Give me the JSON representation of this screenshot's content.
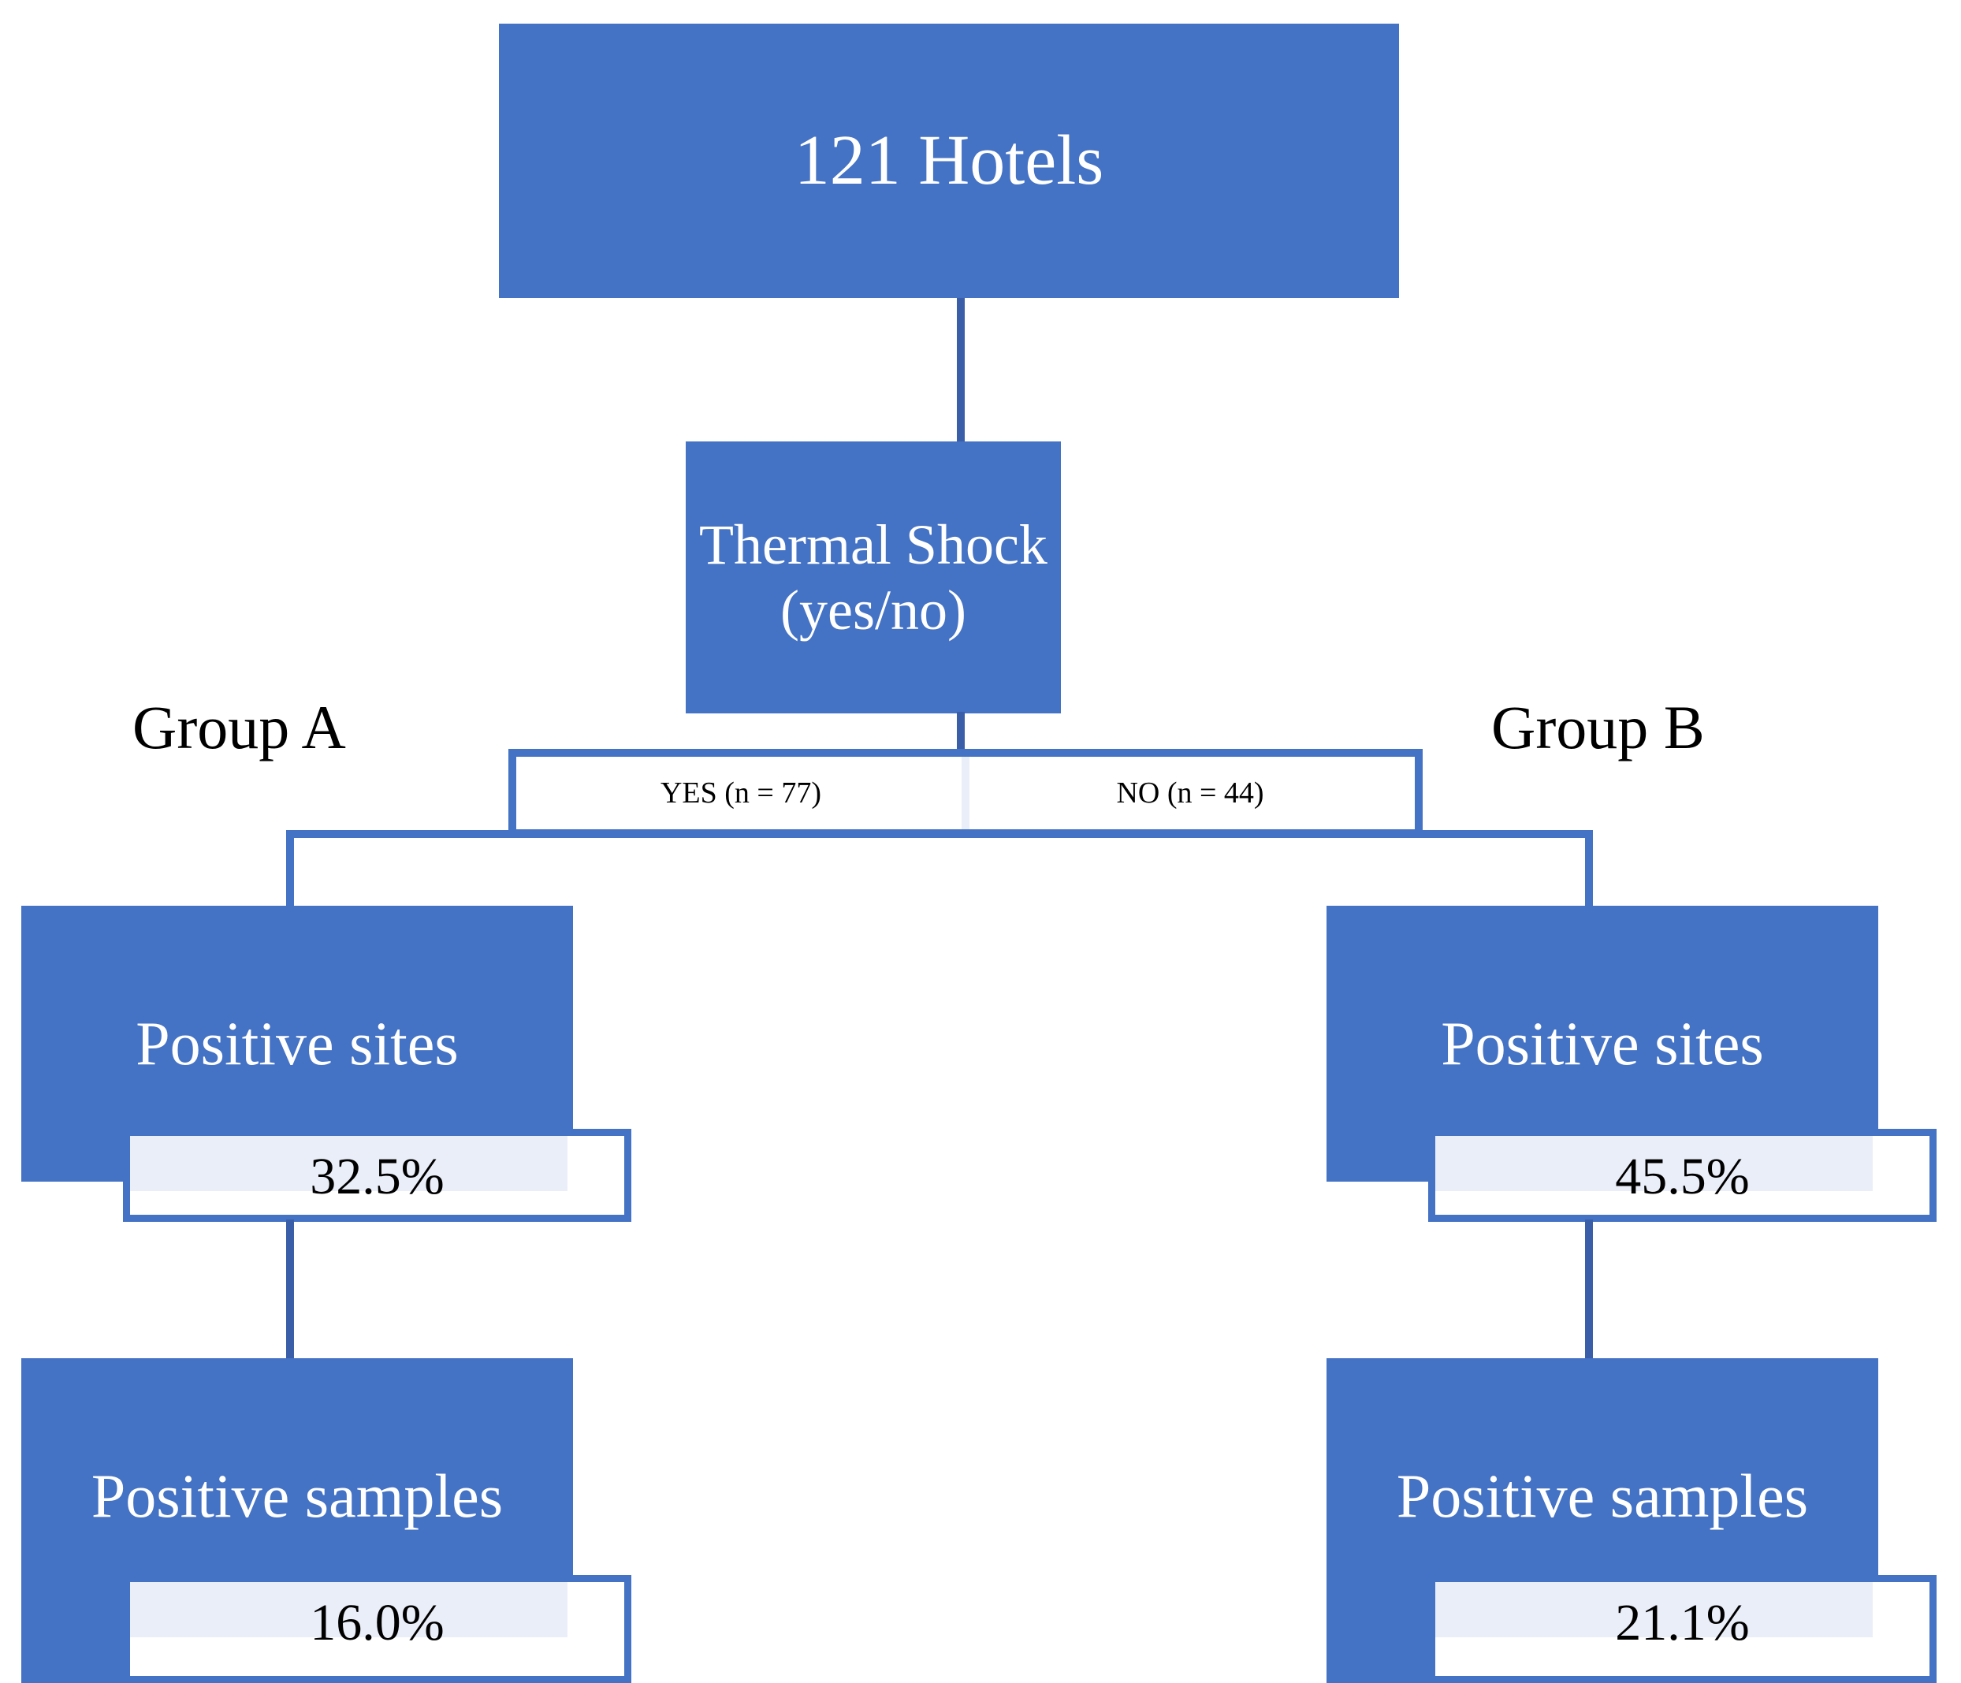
{
  "diagram": {
    "title_node": {
      "label": "121 Hotels"
    },
    "decision_node": {
      "label": "Thermal Shock\n(yes/no)",
      "line1": "Thermal Shock",
      "line2": "(yes/no)"
    },
    "split": {
      "yes_label": "YES (n = 77)",
      "no_label": "NO (n = 44)"
    },
    "group_labels": {
      "left": "Group A",
      "right": "Group B"
    },
    "branches": [
      {
        "group": "Group A",
        "sites_label": "Positive sites",
        "sites_value": "32.5%",
        "samples_label": "Positive samples",
        "samples_value": "16.0%"
      },
      {
        "group": "Group B",
        "sites_label": "Positive sites",
        "sites_value": "45.5%",
        "samples_label": "Positive samples",
        "samples_value": "21.1%"
      }
    ],
    "colors": {
      "node_fill": "#4472C4",
      "connector": "#3A5FA8",
      "value_fill": "#EAEEF8",
      "node_text": "#FFFFFF",
      "label_text": "#000000",
      "background": "#FFFFFF"
    }
  },
  "chart_data": {
    "type": "diagram",
    "title": "121 Hotels study flow",
    "total_hotels": 121,
    "split_variable": "Thermal Shock (yes/no)",
    "categories": [
      "Group A",
      "Group B"
    ],
    "series": [
      {
        "name": "n (hotels)",
        "values": [
          77,
          44
        ]
      },
      {
        "name": "Positive sites %",
        "values": [
          32.5,
          45.5
        ]
      },
      {
        "name": "Positive samples %",
        "values": [
          16.0,
          21.1
        ]
      }
    ]
  }
}
